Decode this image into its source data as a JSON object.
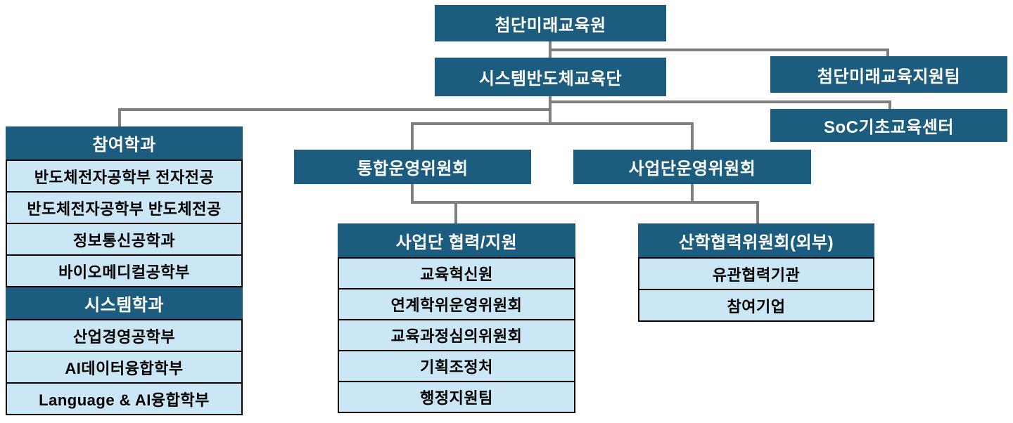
{
  "colors": {
    "dark_box": "#1c5d7f",
    "light_box": "#cbe6f4",
    "connector": "#7f7f7f",
    "border": "#000000"
  },
  "org_chart": {
    "root": "첨단미래교육원",
    "division": "시스템반도체교육단",
    "support_team": "첨단미래교육지원팀",
    "soc_center": "SoC기초교육센터",
    "integrated_committee": "통합운영위원회",
    "project_committee": "사업단운영위원회",
    "left_column": {
      "participating_header": "참여학과",
      "participating_items": [
        "반도체전자공학부 전자전공",
        "반도체전자공학부 반도체전공",
        "정보통신공학과",
        "바이오메디컬공학부"
      ],
      "system_header": "시스템학과",
      "system_items": [
        "산업경영공학부",
        "AI데이터융합학부",
        "Language & AI융합학부"
      ]
    },
    "middle_column": {
      "header": "사업단 협력/지원",
      "items": [
        "교육혁신원",
        "연계학위운영위원회",
        "교육과정심의위원회",
        "기획조정처",
        "행정지원팀"
      ]
    },
    "right_column": {
      "header": "산학협력위원회(외부)",
      "items": [
        "유관협력기관",
        "참여기업"
      ]
    }
  }
}
